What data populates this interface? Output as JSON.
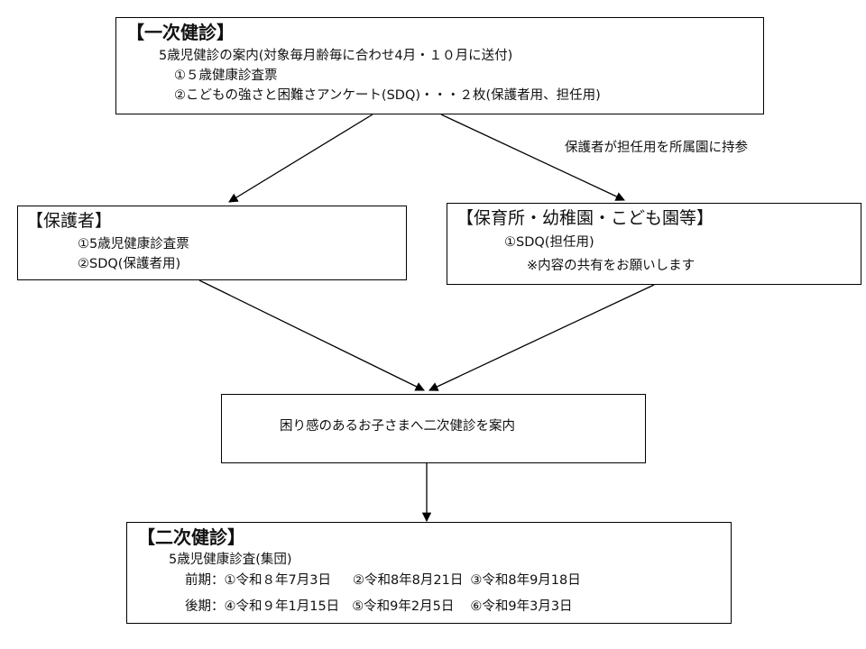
{
  "primary": {
    "title": "【一次健診】",
    "lines": [
      "5歳児健診の案内(対象毎月齢毎に合わせ4月・１０月に送付)",
      "①５歳健康診査票",
      "②こどもの強さと困難さアンケート(SDQ)・・・２枚(保護者用、担任用)"
    ]
  },
  "edge_note": "保護者が担任用を所属園に持参",
  "guardian": {
    "title": "【保護者】",
    "lines": [
      "①5歳児健康診査票",
      "②SDQ(保護者用)"
    ]
  },
  "school": {
    "title": "【保育所・幼稚園・こども園等】",
    "lines": [
      "①SDQ(担任用)",
      "※内容の共有をお願いします"
    ]
  },
  "middle": {
    "text": "困り感のあるお子さまへ二次健診を案内"
  },
  "secondary": {
    "title": "【二次健診】",
    "subtitle": "5歳児健康診査(集団)",
    "first_half": {
      "label": "前期：",
      "dates": [
        "①令和８年7月3日",
        "②令和8年8月21日",
        "③令和8年9月18日"
      ]
    },
    "second_half": {
      "label": "後期：",
      "dates": [
        "④令和９年1月15日",
        "⑤令和9年2月5日",
        "⑥令和9年3月3日"
      ]
    }
  }
}
